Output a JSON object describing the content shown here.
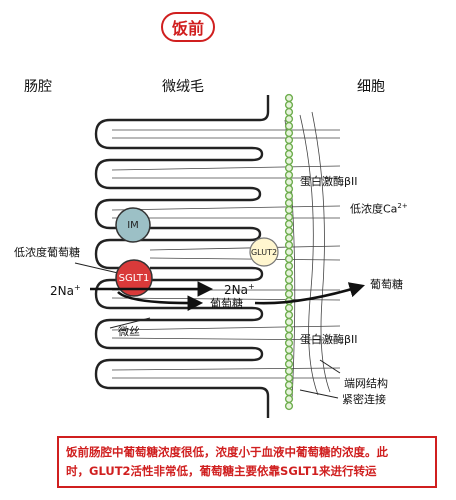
{
  "title": "饭前",
  "regions": {
    "lumen": "肠腔",
    "microvilli": "微绒毛",
    "cell": "细胞"
  },
  "labels": {
    "spectrin_top": "蛋白激酶βII",
    "low_ca_prefix": "低浓度Ca",
    "low_ca_sup": "2+",
    "low_glucose": "低浓度葡萄糖",
    "im": "IM",
    "sglt1": "SGLT1",
    "glut2": "GLUT2",
    "na_left_prefix": "2Na",
    "na_left_sup": "+",
    "na_right_prefix": "2Na",
    "na_right_sup": "+",
    "glucose_mid": "葡萄糖",
    "glucose_right": "葡萄糖",
    "microfilament": "微丝",
    "spectrin_bottom": "蛋白激酶βII",
    "terminal_web": "端网结构",
    "tight_junction": "紧密连接"
  },
  "note": {
    "line1": "饭前肠腔中葡萄糖浓度很低，浓度小于血液中葡萄糖的浓度。此",
    "line2": "时，GLUT2活性非常低，葡萄糖主要依靠SGLT1来进行转运"
  },
  "colors": {
    "accent_red": "#d01f1f",
    "membrane_green": "#6fae4f",
    "im_fill": "#9cc0c6",
    "sglt1_fill": "#d93a3a",
    "glut2_fill": "#fff6cf"
  }
}
